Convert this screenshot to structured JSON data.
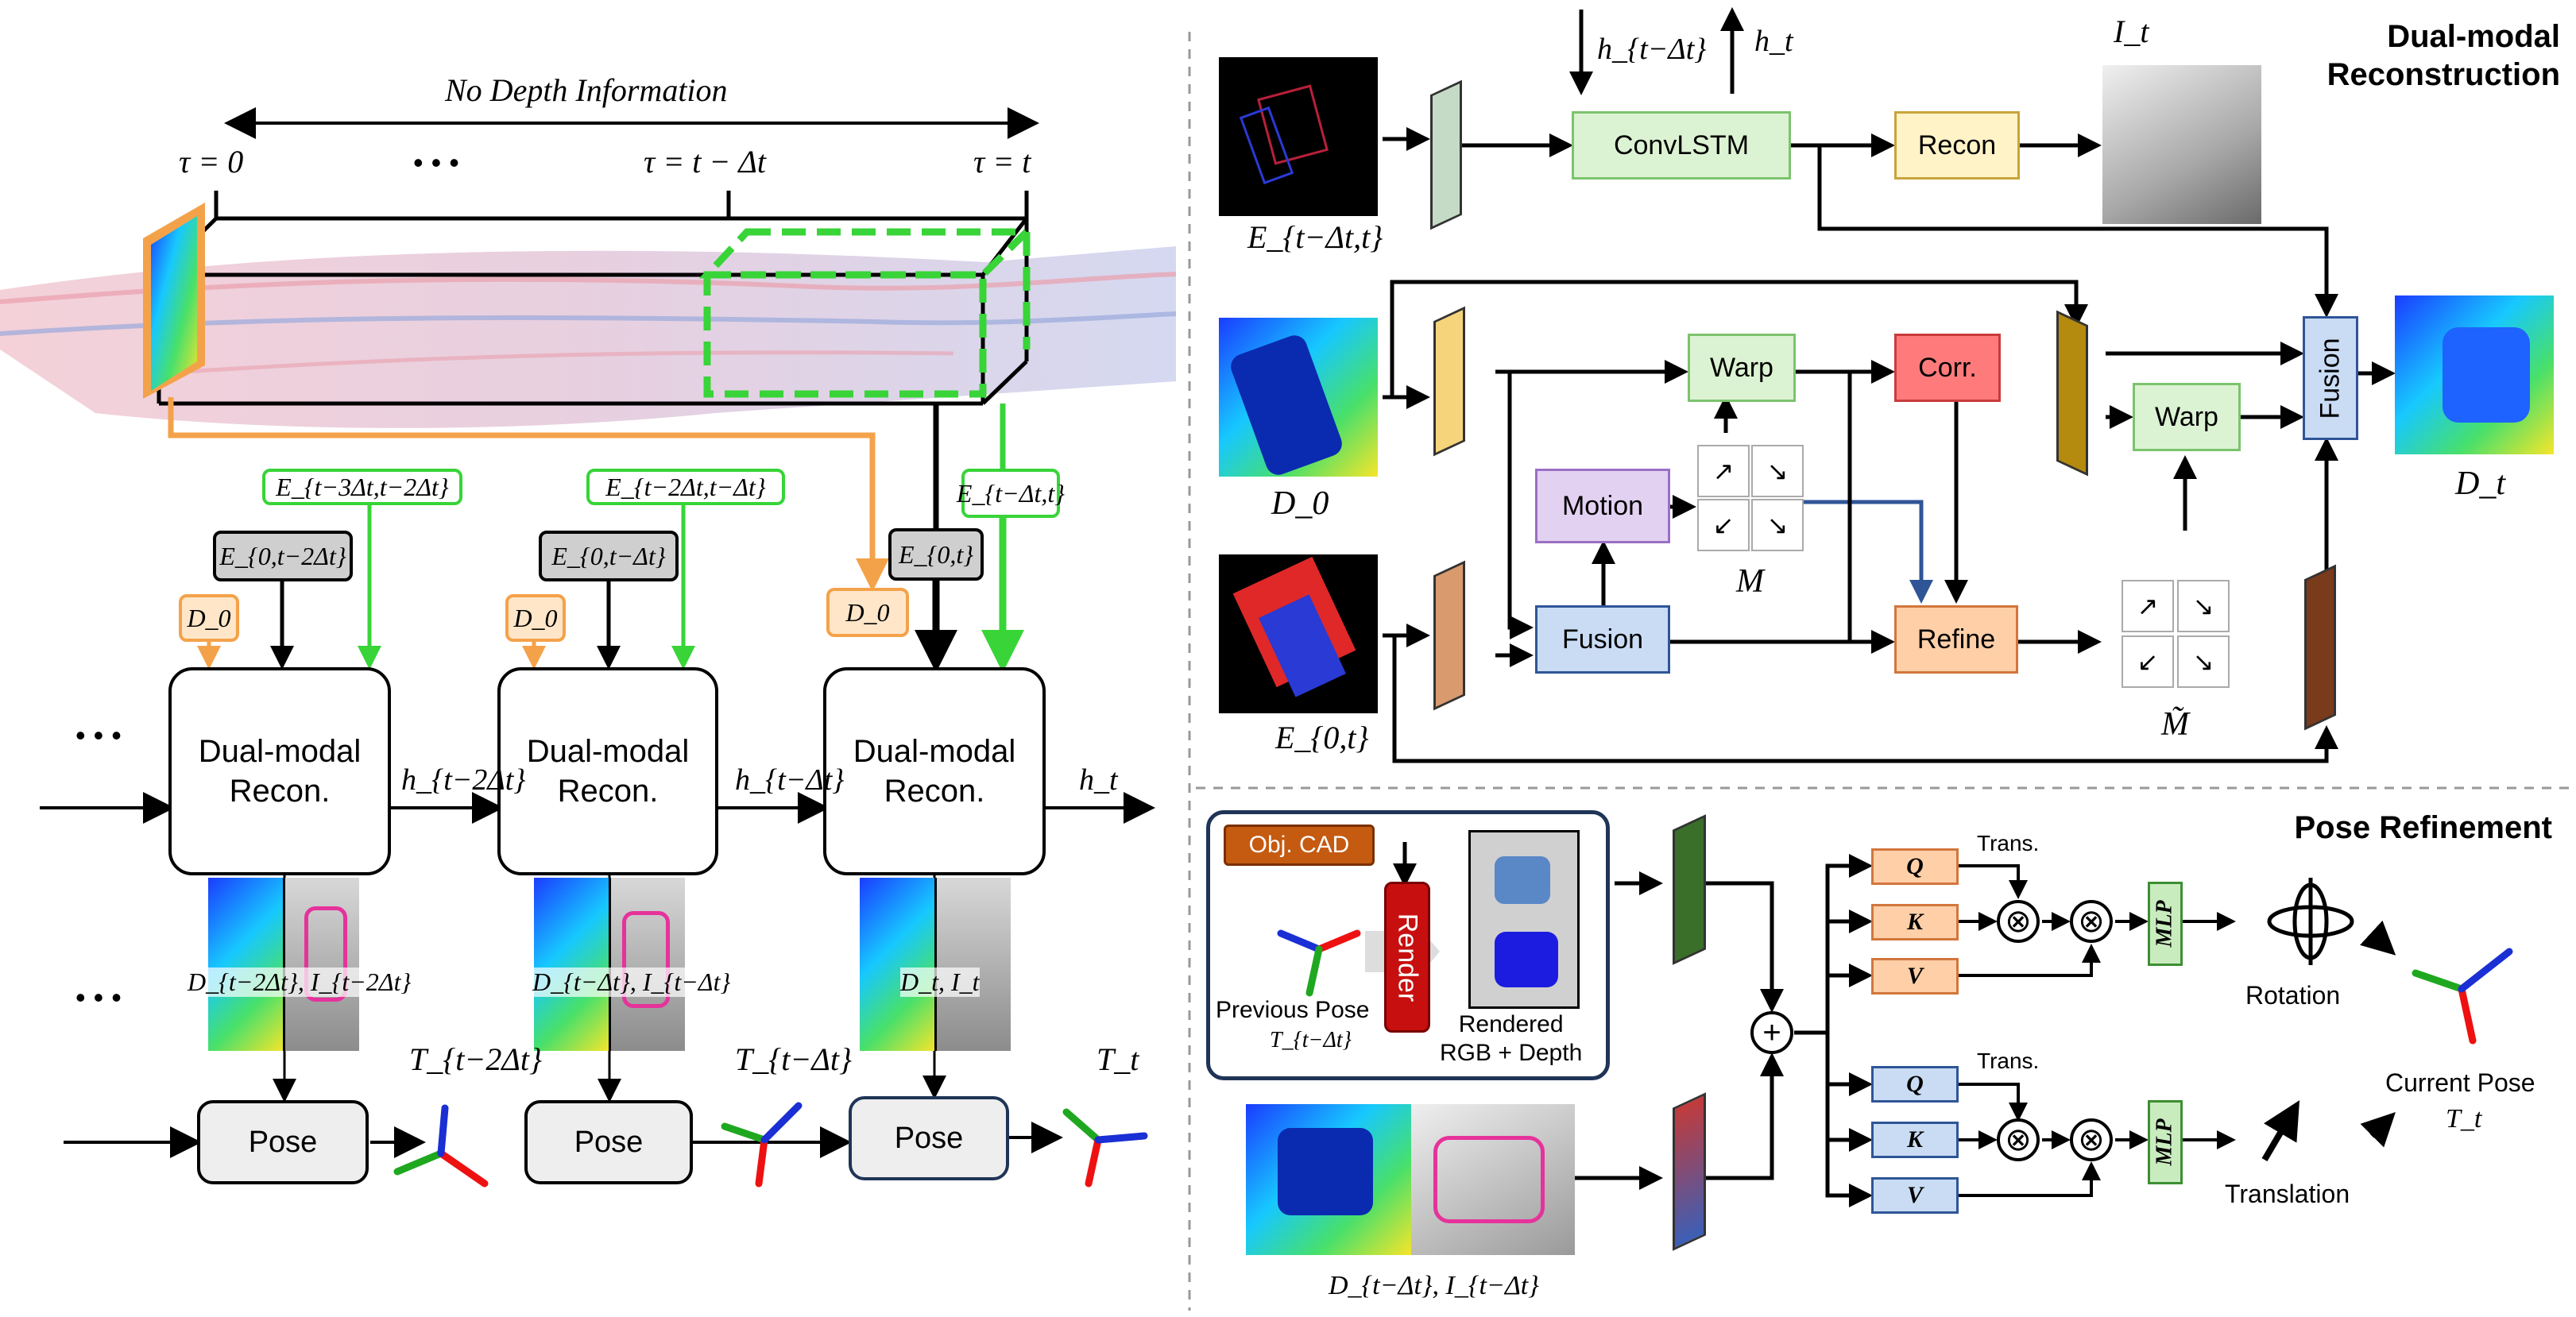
{
  "left": {
    "top_label": "No Depth Information",
    "tau_labels": [
      "τ = 0",
      "• • •",
      "τ = t − Δt",
      "τ = t"
    ],
    "event_inputs_green": [
      "E_{t−3Δt,t−2Δt}",
      "E_{t−2Δt,t−Δt}",
      "E_{t−Δt,t}"
    ],
    "event_inputs_gray": [
      "E_{0,t−2Δt}",
      "E_{0,t−Δt}",
      "E_{0,t}"
    ],
    "depth_init": [
      "D_0",
      "D_0",
      "D_0"
    ],
    "recon_blocks": [
      "Dual-modal\nRecon.",
      "Dual-modal\nRecon.",
      "Dual-modal\nRecon."
    ],
    "hidden_states": [
      "h_{t−2Δt}",
      "h_{t−Δt}",
      "h_t"
    ],
    "ellipsis": [
      "• • •",
      "• • •"
    ],
    "output_pairs": [
      "D_{t−2Δt}, I_{t−2Δt}",
      "D_{t−Δt}, I_{t−Δt}",
      "D_t, I_t"
    ],
    "pose_blocks": [
      "Pose",
      "Pose",
      "Pose"
    ],
    "pose_outputs": [
      "T_{t−2Δt}",
      "T_{t−Δt}",
      "T_t"
    ]
  },
  "recon_panel": {
    "title": "Dual-modal\nReconstruction",
    "h_in": "h_{t−Δt}",
    "h_out": "h_t",
    "convlstm": "ConvLSTM",
    "recon": "Recon",
    "intensity_label": "I_t",
    "event_label_1": "E_{t−Δt,t}",
    "depth_label": "D_0",
    "event_label_2": "E_{0,t}",
    "warp_1": "Warp",
    "corr": "Corr.",
    "motion": "Motion",
    "motion_field_label": "M",
    "fusion_1": "Fusion",
    "refine": "Refine",
    "refined_field_label": "M̃",
    "warp_2": "Warp",
    "fusion_2": "Fusion",
    "output_label": "D_t"
  },
  "pose_panel": {
    "title": "Pose Refinement",
    "obj_cad": "Obj. CAD",
    "render": "Render",
    "previous_pose": "Previous Pose",
    "previous_pose_sym": "T_{t−Δt}",
    "rendered": "Rendered\nRGB + Depth",
    "input_label": "D_{t−Δt}, I_{t−Δt}",
    "trans_1": "Trans.",
    "trans_2": "Trans.",
    "q": "Q",
    "k": "K",
    "v": "V",
    "mlp": "MLP",
    "rotation": "Rotation",
    "translation": "Translation",
    "current_pose": "Current Pose",
    "current_pose_sym": "T_t"
  },
  "colors": {
    "green_event": "#38d438",
    "orange_depth": "#f4a24a",
    "gray_event": "#cfcfcf",
    "convlstm_fill": "#dcf3d3",
    "recon_fill": "#fff3c7",
    "corr_fill": "#ff7b7b",
    "motion_fill": "#e3d1f2",
    "fusion_fill": "#c9dcf4",
    "refine_fill": "#ffcfa8",
    "dark_frame": "#1f3557",
    "render_red": "#c80f0f",
    "objcad_fill": "#c55a11"
  }
}
